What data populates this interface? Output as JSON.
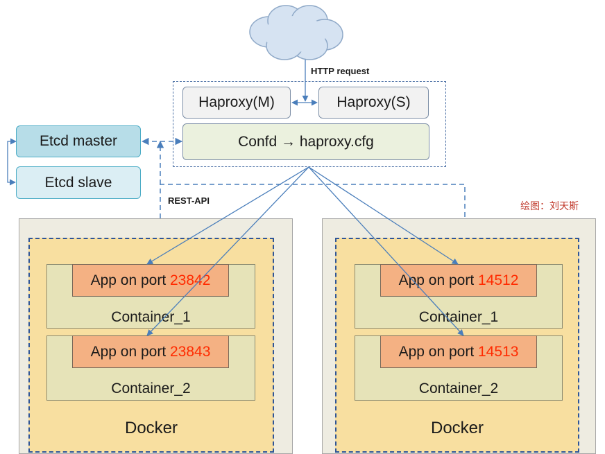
{
  "http_request_label": "HTTP request",
  "haproxy_master": "Haproxy(M)",
  "haproxy_slave": "Haproxy(S)",
  "confd_label": "Confd → haproxy.cfg",
  "etcd_master": "Etcd master",
  "etcd_slave": "Etcd slave",
  "rest_api_label": "REST-API",
  "author": "绘图：刘天斯",
  "hosts": [
    {
      "docker_label": "Docker",
      "containers": [
        {
          "app_text": "App on port ",
          "port": "23842",
          "label": "Container_1"
        },
        {
          "app_text": "App on port ",
          "port": "23843",
          "label": "Container_2"
        }
      ]
    },
    {
      "docker_label": "Docker",
      "containers": [
        {
          "app_text": "App on port ",
          "port": "14512",
          "label": "Container_1"
        },
        {
          "app_text": "App on port ",
          "port": "14513",
          "label": "Container_2"
        }
      ]
    }
  ],
  "colors": {
    "line": "#4a7ebb",
    "port_text": "#ff2a00",
    "docker_fill": "#f8dfa0",
    "container_fill": "#e6e3b8",
    "app_fill": "#f4b183",
    "etcd_master_fill": "#b7dde8",
    "etcd_slave_fill": "#dbeef4"
  },
  "icons": {
    "cloud": "cloud-icon"
  }
}
